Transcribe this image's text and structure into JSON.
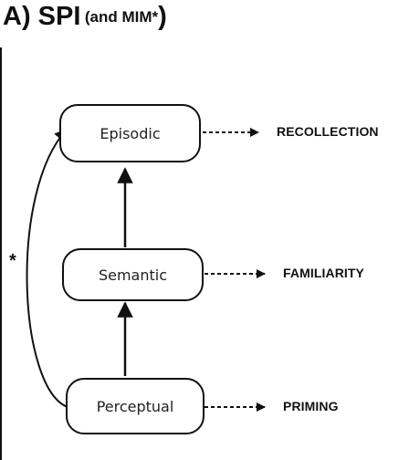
{
  "title": {
    "main": "A) SPI",
    "sub": "(and MIM*",
    "close": ")"
  },
  "boxes": {
    "episodic": "Episodic",
    "semantic": "Semantic",
    "perceptual": "Perceptual"
  },
  "outcomes": {
    "recollection": "RECOLLECTION",
    "familiarity": "FAMILIARITY",
    "priming": "PRIMING"
  },
  "star_label": "*",
  "colors": {
    "stroke": "#111111",
    "background": "#ffffff"
  }
}
